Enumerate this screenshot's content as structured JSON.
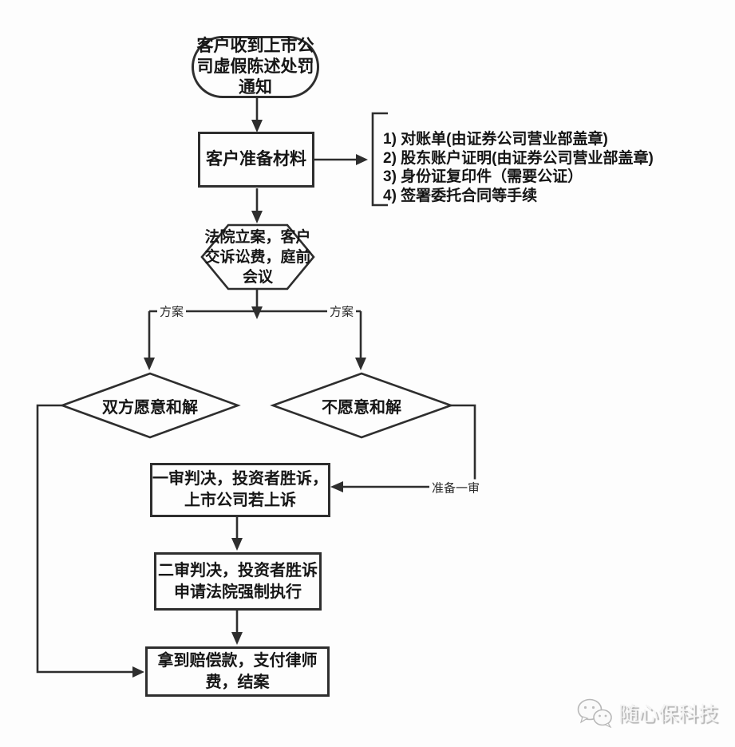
{
  "nodes": {
    "start": "客户收到上市公\n司虚假陈述处罚\n通知",
    "prepare": "客户准备材料",
    "filing": "法院立案，客户\n交诉讼费，庭前\n会议",
    "settle_yes": "双方愿意和解",
    "settle_no": "不愿意和解",
    "first_trial": "一审判决，投资者胜诉，\n上市公司若上诉",
    "second_trial": "二审判决，投资者胜诉\n申请法院强制执行",
    "closing": "拿到赔偿款，支付律师\n费，结案"
  },
  "materials": {
    "items": [
      "1) 对账单(由证券公司营业部盖章)",
      "2) 股东账户证明(由证券公司营业部盖章)",
      "3) 身份证复印件（需要公证）",
      "4) 签署委托合同等手续"
    ]
  },
  "labels": {
    "plan_left": "方案",
    "plan_right": "方案",
    "prepare_first_trial": "准备一审"
  },
  "watermark": {
    "brand": "随心保科技",
    "icon": "wechat-icon"
  },
  "colors": {
    "line": "#2e2e2e",
    "text": "#161616"
  }
}
